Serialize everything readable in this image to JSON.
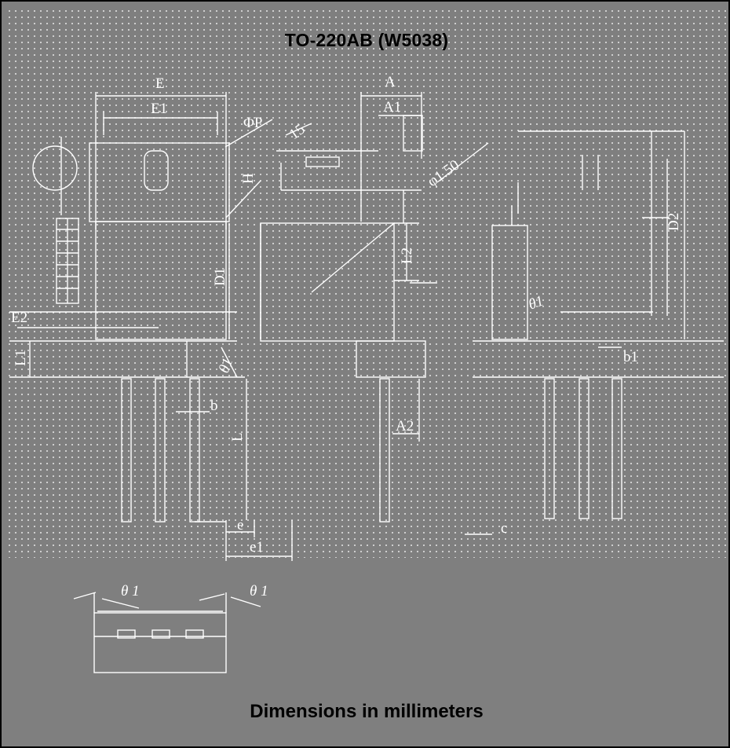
{
  "title": "TO-220AB (W5038)",
  "footer": "Dimensions in millimeters",
  "labels": {
    "E": "E",
    "E1": "E1",
    "phiP": "ΦP",
    "A": "A",
    "A1": "A1",
    "r15": "15",
    "phi150": "φ1.50",
    "H": "H",
    "D1": "D1",
    "L2": "L2",
    "E2": "E2",
    "L1": "L1",
    "theta1_a": "θ1",
    "theta1_b": "θ1",
    "theta1_c": "θ 1",
    "theta1_d": "θ 1",
    "b": "b",
    "b1": "b1",
    "L": "L",
    "A2": "A2",
    "e": "e",
    "e1": "e1",
    "c": "c",
    "D2": "D2"
  }
}
